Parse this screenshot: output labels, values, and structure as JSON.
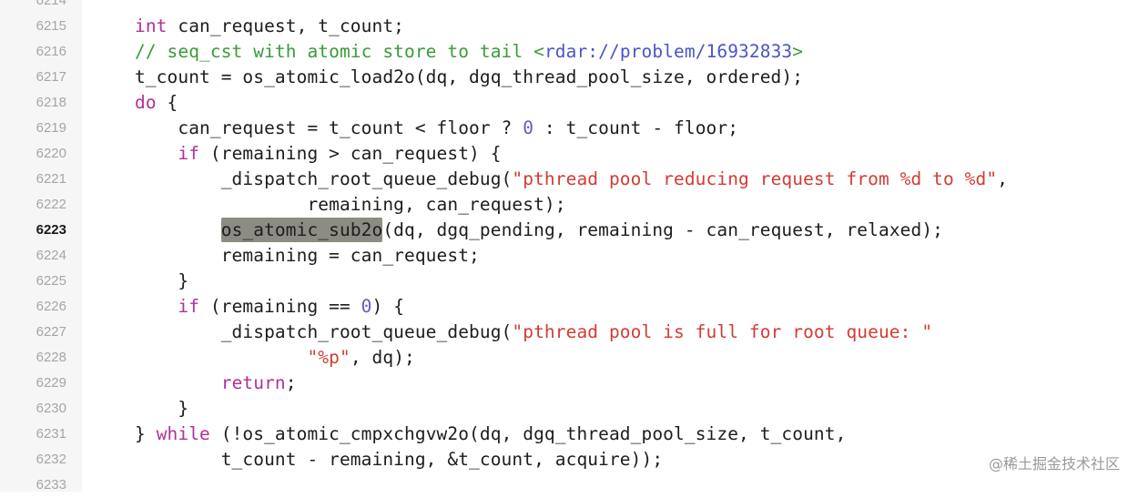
{
  "editor": {
    "current_line": "6223",
    "lines": [
      {
        "no": "6214",
        "tokens": []
      },
      {
        "no": "6215",
        "tokens": [
          {
            "t": "int",
            "c": "keyword"
          },
          {
            "t": " can_request, t_count;",
            "c": "plain"
          }
        ]
      },
      {
        "no": "6216",
        "tokens": [
          {
            "t": "// seq_cst with atomic store to tail ",
            "c": "comment"
          },
          {
            "t": "<",
            "c": "comment"
          },
          {
            "t": "rdar://problem/16932833",
            "c": "url"
          },
          {
            "t": ">",
            "c": "comment"
          }
        ]
      },
      {
        "no": "6217",
        "tokens": [
          {
            "t": "t_count = os_atomic_load2o(dq, dgq_thread_pool_size, ordered);",
            "c": "plain"
          }
        ]
      },
      {
        "no": "6218",
        "tokens": [
          {
            "t": "do",
            "c": "keyword"
          },
          {
            "t": " {",
            "c": "plain"
          }
        ]
      },
      {
        "no": "6219",
        "tokens": [
          {
            "t": "    can_request = t_count < floor ? ",
            "c": "plain"
          },
          {
            "t": "0",
            "c": "number"
          },
          {
            "t": " : t_count - floor;",
            "c": "plain"
          }
        ]
      },
      {
        "no": "6220",
        "tokens": [
          {
            "t": "    ",
            "c": "plain"
          },
          {
            "t": "if",
            "c": "keyword"
          },
          {
            "t": " (remaining > can_request) {",
            "c": "plain"
          }
        ]
      },
      {
        "no": "6221",
        "tokens": [
          {
            "t": "        _dispatch_root_queue_debug(",
            "c": "plain"
          },
          {
            "t": "\"pthread pool reducing request from %d to %d\"",
            "c": "string"
          },
          {
            "t": ",",
            "c": "plain"
          }
        ]
      },
      {
        "no": "6222",
        "tokens": [
          {
            "t": "                remaining, can_request);",
            "c": "plain"
          }
        ]
      },
      {
        "no": "6223",
        "tokens": [
          {
            "t": "        ",
            "c": "plain"
          },
          {
            "t": "os_atomic_sub2o",
            "c": "hl"
          },
          {
            "t": "(dq, dgq_pending, remaining - can_request, relaxed);",
            "c": "plain"
          }
        ]
      },
      {
        "no": "6224",
        "tokens": [
          {
            "t": "        remaining = can_request;",
            "c": "plain"
          }
        ]
      },
      {
        "no": "6225",
        "tokens": [
          {
            "t": "    }",
            "c": "plain"
          }
        ]
      },
      {
        "no": "6226",
        "tokens": [
          {
            "t": "    ",
            "c": "plain"
          },
          {
            "t": "if",
            "c": "keyword"
          },
          {
            "t": " (remaining == ",
            "c": "plain"
          },
          {
            "t": "0",
            "c": "number"
          },
          {
            "t": ") {",
            "c": "plain"
          }
        ]
      },
      {
        "no": "6227",
        "tokens": [
          {
            "t": "        _dispatch_root_queue_debug(",
            "c": "plain"
          },
          {
            "t": "\"pthread pool is full for root queue: \"",
            "c": "string"
          }
        ]
      },
      {
        "no": "6228",
        "tokens": [
          {
            "t": "                ",
            "c": "plain"
          },
          {
            "t": "\"%p\"",
            "c": "string"
          },
          {
            "t": ", dq);",
            "c": "plain"
          }
        ]
      },
      {
        "no": "6229",
        "tokens": [
          {
            "t": "        ",
            "c": "plain"
          },
          {
            "t": "return",
            "c": "keyword"
          },
          {
            "t": ";",
            "c": "plain"
          }
        ]
      },
      {
        "no": "6230",
        "tokens": [
          {
            "t": "    }",
            "c": "plain"
          }
        ]
      },
      {
        "no": "6231",
        "tokens": [
          {
            "t": "} ",
            "c": "plain"
          },
          {
            "t": "while",
            "c": "keyword"
          },
          {
            "t": " (!os_atomic_cmpxchgvw2o(dq, dgq_thread_pool_size, t_count,",
            "c": "plain"
          }
        ]
      },
      {
        "no": "6232",
        "tokens": [
          {
            "t": "        t_count - remaining, &t_count, acquire));",
            "c": "plain"
          }
        ]
      },
      {
        "no": "6233",
        "tokens": []
      }
    ]
  },
  "watermark": "@稀土掘金技术社区"
}
